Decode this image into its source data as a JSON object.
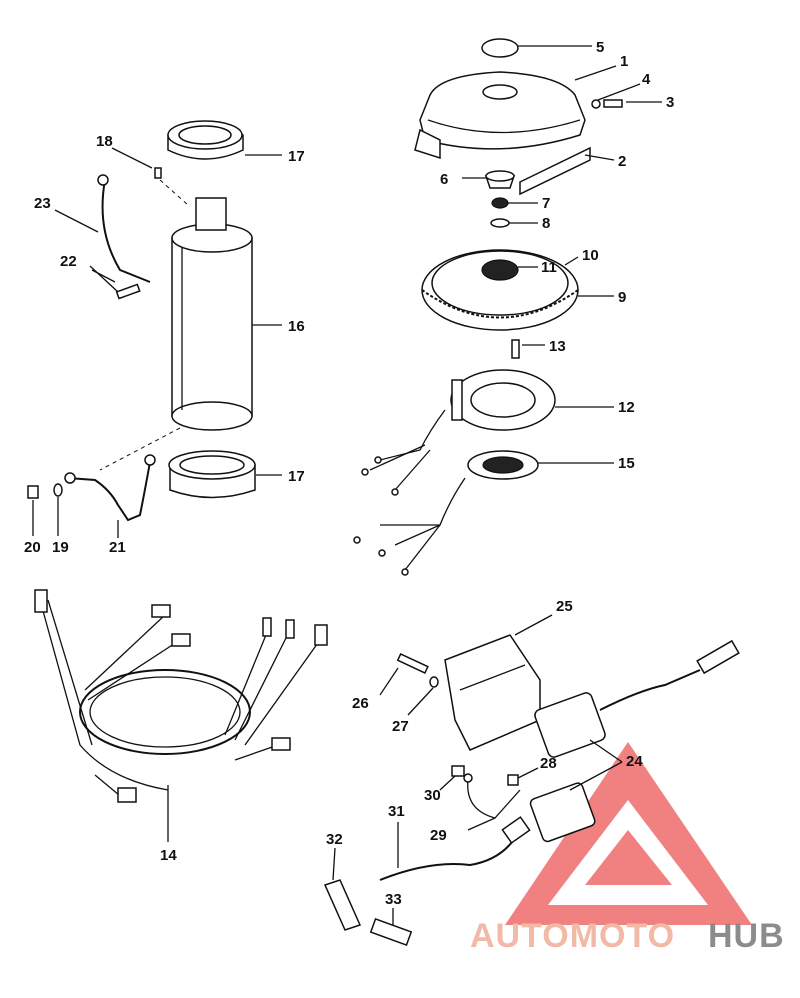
{
  "callouts": {
    "c1": "1",
    "c2": "2",
    "c3": "3",
    "c4": "4",
    "c5": "5",
    "c6": "6",
    "c7": "7",
    "c8": "8",
    "c9": "9",
    "c10": "10",
    "c11": "11",
    "c12": "12",
    "c13": "13",
    "c14": "14",
    "c15": "15",
    "c16": "16",
    "c17a": "17",
    "c17b": "17",
    "c18": "18",
    "c19": "19",
    "c20": "20",
    "c21": "21",
    "c22": "22",
    "c23": "23",
    "c24": "24",
    "c25": "25",
    "c26": "26",
    "c27": "27",
    "c28": "28",
    "c29": "29",
    "c30": "30",
    "c31": "31",
    "c32": "32",
    "c33": "33"
  },
  "watermark": {
    "part1": "AUTOMOTO",
    "part2": "HUB",
    "color_primary": "#f2b9a6",
    "color_secondary": "#8c8c8c",
    "triangle_color": "#ef5a5a"
  }
}
